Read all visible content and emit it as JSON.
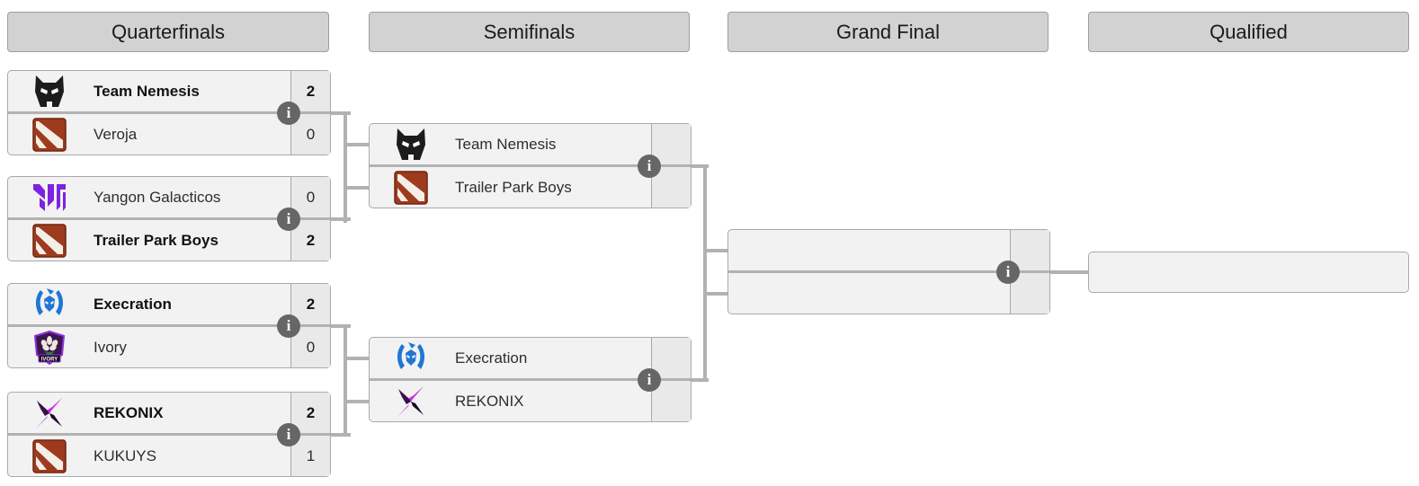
{
  "columns": [
    {
      "label": "Quarterfinals"
    },
    {
      "label": "Semifinals"
    },
    {
      "label": "Grand Final"
    },
    {
      "label": "Qualified"
    }
  ],
  "icons": {
    "match_info_glyph": "i",
    "logos": [
      "team-nemesis",
      "dota2",
      "yangon-galacticos",
      "execration",
      "ivory",
      "rekonix"
    ]
  },
  "colors": {
    "header_bg": "#d2d2d2",
    "box_bg": "#f2f2f2",
    "score_bg": "#e9e9e9",
    "connector": "#b2b2b2",
    "info_icon_bg": "#666666",
    "dota_logo_red": "#9e3a1e",
    "yangon_purple": "#7e22e0",
    "execration_blue": "#1e77d3",
    "ivory_shield_purple": "#9330d8",
    "rekonix_magenta": "#c92fe6",
    "nemesis_black": "#1c1c1c"
  },
  "bracket": {
    "quarterfinals": [
      {
        "top": {
          "name": "Team Nemesis",
          "logo": "team-nemesis",
          "score": "2",
          "winner": true
        },
        "bottom": {
          "name": "Veroja",
          "logo": "dota2",
          "score": "0",
          "winner": false
        }
      },
      {
        "top": {
          "name": "Yangon Galacticos",
          "logo": "yangon-galacticos",
          "score": "0",
          "winner": false
        },
        "bottom": {
          "name": "Trailer Park Boys",
          "logo": "dota2",
          "score": "2",
          "winner": true
        }
      },
      {
        "top": {
          "name": "Execration",
          "logo": "execration",
          "score": "2",
          "winner": true
        },
        "bottom": {
          "name": "Ivory",
          "logo": "ivory",
          "score": "0",
          "winner": false
        }
      },
      {
        "top": {
          "name": "REKONIX",
          "logo": "rekonix",
          "score": "2",
          "winner": true
        },
        "bottom": {
          "name": "KUKUYS",
          "logo": "dota2",
          "score": "1",
          "winner": false
        }
      }
    ],
    "semifinals": [
      {
        "top": {
          "name": "Team Nemesis",
          "logo": "team-nemesis",
          "score": ""
        },
        "bottom": {
          "name": "Trailer Park Boys",
          "logo": "dota2",
          "score": ""
        }
      },
      {
        "top": {
          "name": "Execration",
          "logo": "execration",
          "score": ""
        },
        "bottom": {
          "name": "REKONIX",
          "logo": "rekonix",
          "score": ""
        }
      }
    ],
    "grand_final": {
      "top": {
        "name": "",
        "score": ""
      },
      "bottom": {
        "name": "",
        "score": ""
      }
    },
    "qualified": {
      "name": ""
    }
  }
}
